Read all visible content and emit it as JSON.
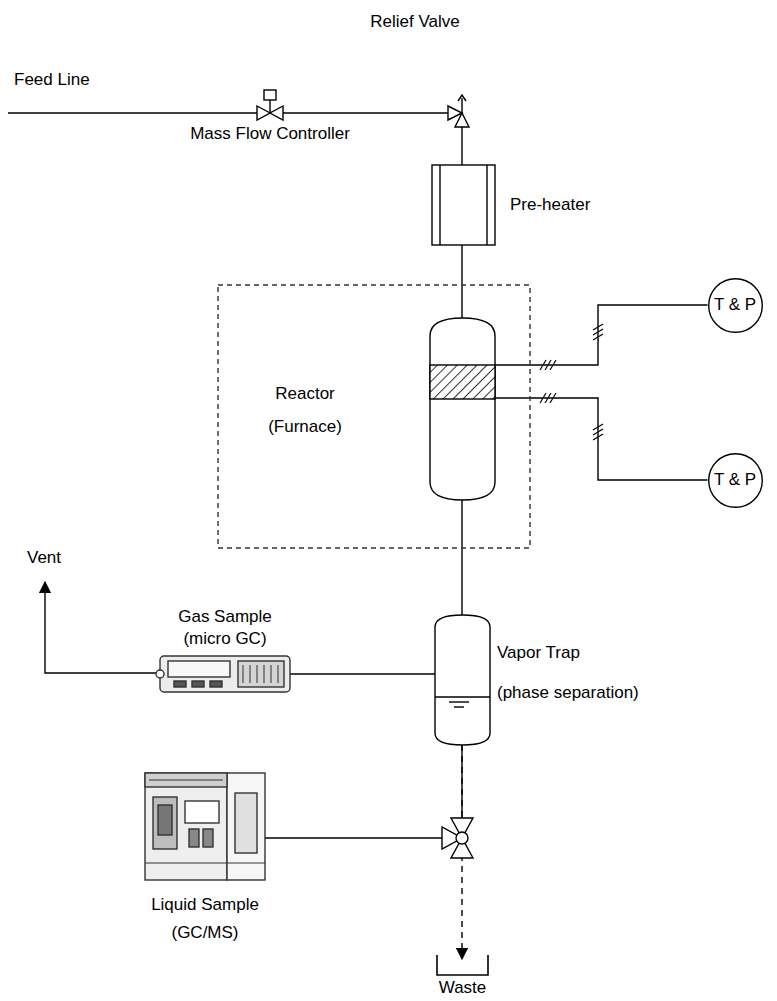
{
  "diagram": {
    "nodes": [
      {
        "text": [
          "Mass Flow Controller"
        ]
      },
      {
        "text": [
          "Relief Valve"
        ]
      },
      {
        "text": [
          "Pre-heater"
        ]
      },
      {
        "text": [
          "Reactor (Furnace)"
        ]
      },
      {
        "text": [
          "T & P"
        ]
      },
      {
        "text": [
          "T & P"
        ]
      },
      {
        "text": [
          "Gas Sample (micro GC)"
        ]
      },
      {
        "text": [
          "Vapor Trap (phase separation)"
        ]
      },
      {
        "text": [
          "Liquid Sample (GC/MS)"
        ]
      },
      {
        "text": [
          "Waste"
        ]
      }
    ],
    "edges": [
      {
        "from": 0,
        "to": 1,
        "arrow": "none"
      },
      {
        "from": 1,
        "to": 2,
        "arrow": "none"
      },
      {
        "from": 2,
        "to": 3,
        "arrow": "none"
      },
      {
        "from": 3,
        "to": 4,
        "arrow": "none"
      },
      {
        "from": 3,
        "to": 5,
        "arrow": "none"
      },
      {
        "from": 3,
        "to": 7,
        "arrow": "none"
      },
      {
        "from": 7,
        "to": 6,
        "arrow": "none"
      },
      {
        "from": 7,
        "to": 8,
        "arrow": "none"
      },
      {
        "from": 7,
        "to": 9,
        "arrow": "to"
      }
    ],
    "labels": [
      "Feed Line",
      "Vent"
    ]
  }
}
